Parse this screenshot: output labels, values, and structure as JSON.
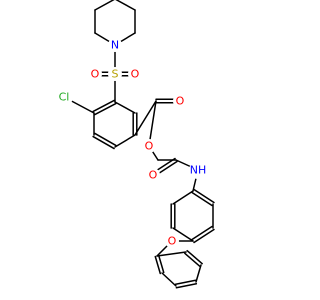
{
  "colors": {
    "bond": "#000000",
    "S": "#b5a000",
    "O": "#ff0000",
    "N": "#0000ff",
    "Cl": "#22aa22"
  },
  "labels": {
    "n_piperidine": "N",
    "s_sulfonyl": "S",
    "o_sulfonyl_left": "O",
    "o_sulfonyl_right": "O",
    "cl": "Cl",
    "o_ester_carbonyl": "O",
    "o_ester": "O",
    "o_amide": "O",
    "nh_amide": "NH",
    "o_ether": "O"
  }
}
